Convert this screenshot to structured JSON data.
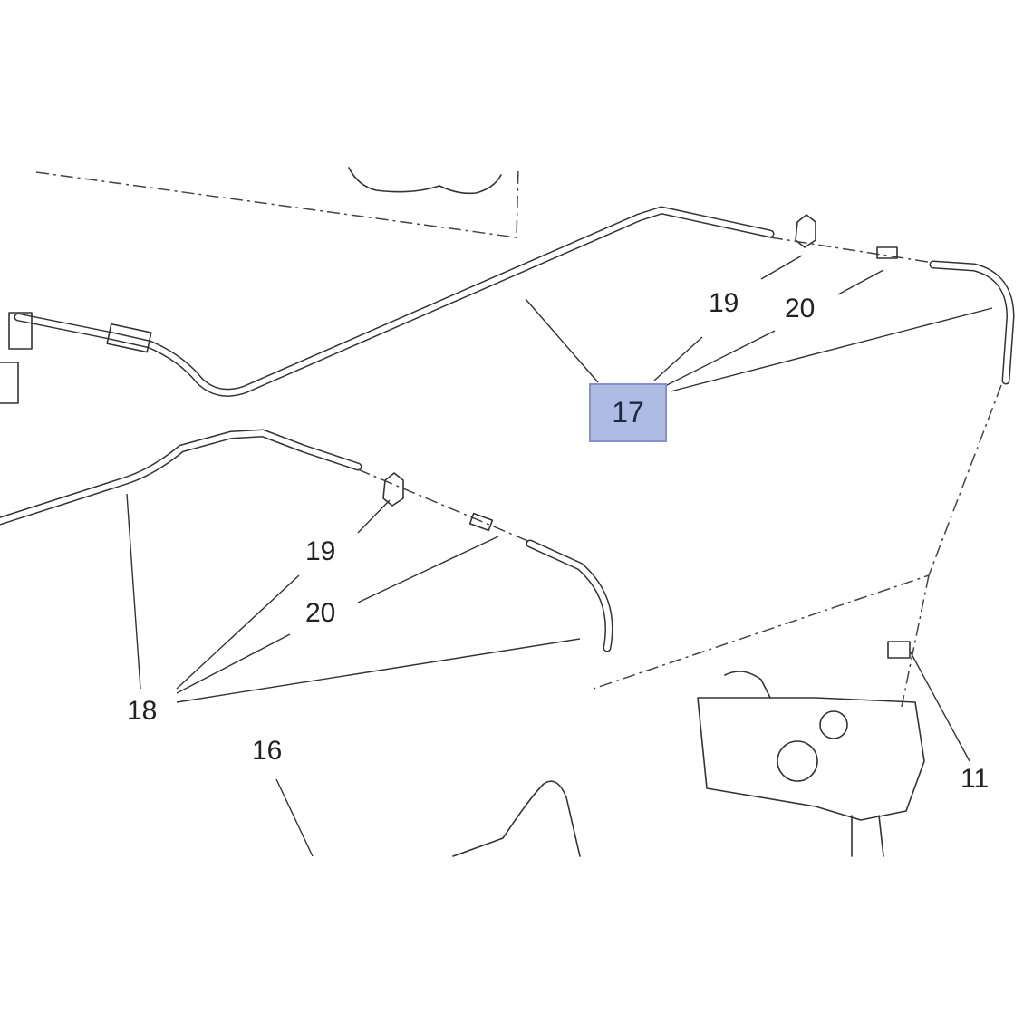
{
  "callouts": {
    "part_17": "17",
    "part_19_top": "19",
    "part_20_top": "20",
    "part_19_mid": "19",
    "part_20_mid": "20",
    "part_18": "18",
    "part_16": "16",
    "part_11": "11"
  },
  "colors": {
    "highlight_fill": "#aebbe2",
    "highlight_border": "#8a8fcc"
  }
}
